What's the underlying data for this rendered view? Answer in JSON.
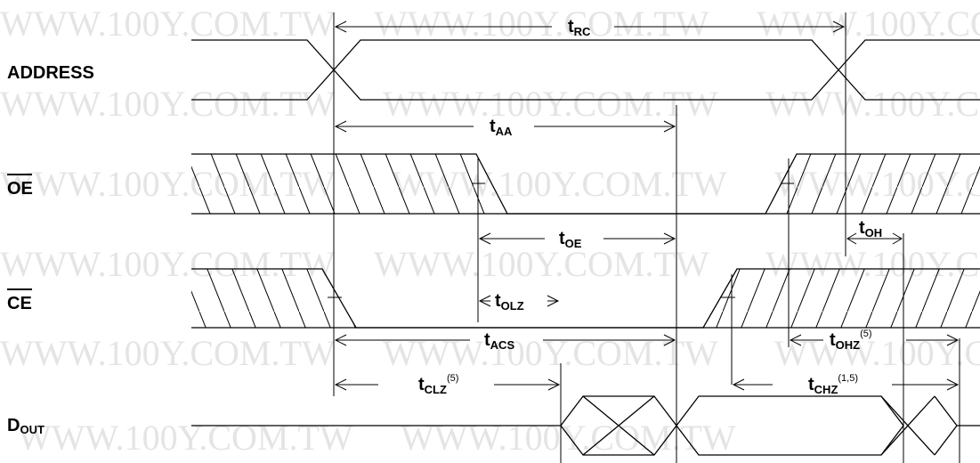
{
  "watermark": "WWW.100Y.COM.TW",
  "signals": {
    "address": "ADDRESS",
    "oe": "OE",
    "ce": "CE",
    "dout_main": "D",
    "dout_sub": "OUT"
  },
  "timing": {
    "trc": {
      "main": "t",
      "sub": "RC",
      "note": ""
    },
    "taa": {
      "main": "t",
      "sub": "AA",
      "note": ""
    },
    "toe": {
      "main": "t",
      "sub": "OE",
      "note": ""
    },
    "toh": {
      "main": "t",
      "sub": "OH",
      "note": ""
    },
    "tolz": {
      "main": "t",
      "sub": "OLZ",
      "note": ""
    },
    "tacs": {
      "main": "t",
      "sub": "ACS",
      "note": ""
    },
    "tohz": {
      "main": "t",
      "sub": "OHZ",
      "note": "(5)"
    },
    "tclz": {
      "main": "t",
      "sub": "CLZ",
      "note": "(5)"
    },
    "tchz": {
      "main": "t",
      "sub": "CHZ",
      "note": "(1,5)"
    }
  }
}
